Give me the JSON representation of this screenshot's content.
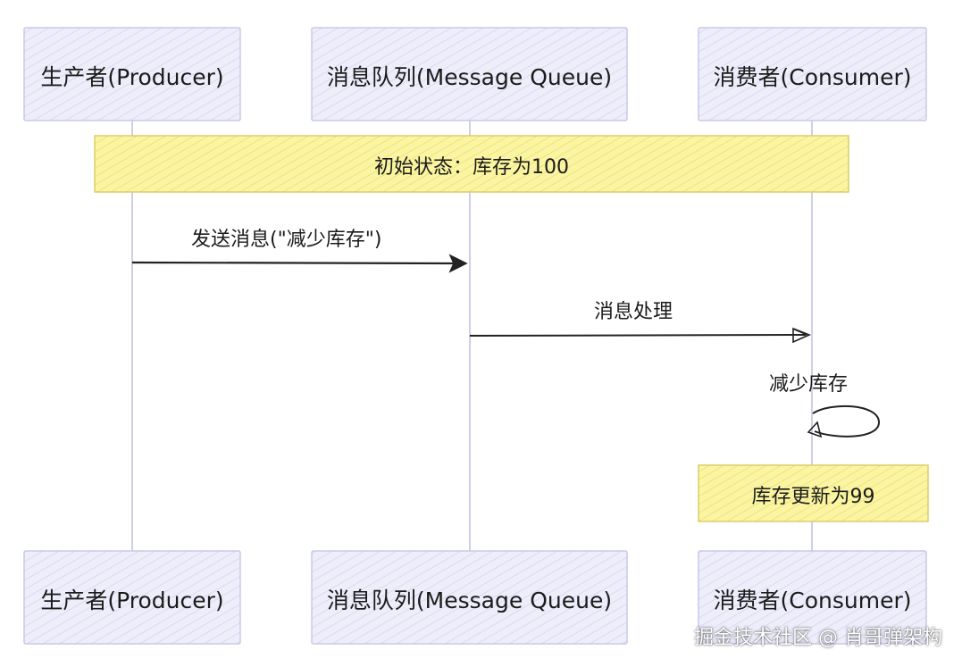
{
  "participants": {
    "producer": "生产者(Producer)",
    "queue": "消息队列(Message Queue)",
    "consumer": "消费者(Consumer)"
  },
  "notes": {
    "initial_state": "初始状态：库存为100",
    "updated_state": "库存更新为99"
  },
  "messages": {
    "send": "发送消息(\"减少库存\")",
    "process": "消息处理",
    "self_reduce": "减少库存"
  },
  "watermark": "掘金技术社区 @ 肖哥弹架构",
  "colors": {
    "participant_fill": "#ececfb",
    "participant_border": "#c8c8e8",
    "lifeline": "#cfcfe6",
    "note_fill": "#fbf6a8",
    "note_border": "#d8cf6a",
    "arrow": "#222222"
  }
}
